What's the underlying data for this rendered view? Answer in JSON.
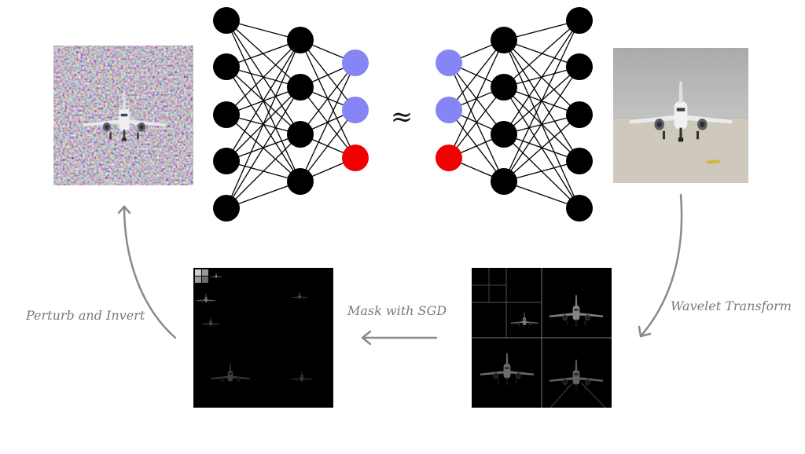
{
  "images": {
    "perturbed": "perturbed-airplane-image",
    "original": "original-airplane-image",
    "wavelet": "wavelet-coefficients-image",
    "masked": "masked-wavelet-coefficients-image"
  },
  "networks": {
    "left": {
      "layers": [
        5,
        4,
        3
      ],
      "output_colors": [
        "#8585f5",
        "#8585f5",
        "#f00000"
      ]
    },
    "right": {
      "layers": [
        3,
        4,
        5
      ],
      "output_colors": [
        "#8585f5",
        "#8585f5",
        "#f00000"
      ]
    },
    "relation_symbol": "≈",
    "hidden_color": "#000000"
  },
  "steps": {
    "wavelet": "Wavelet Transform",
    "mask": "Mask with SGD",
    "perturb": "Perturb and Invert"
  },
  "colors": {
    "arrow": "#8a8a8a",
    "label": "#7a7a7a"
  }
}
